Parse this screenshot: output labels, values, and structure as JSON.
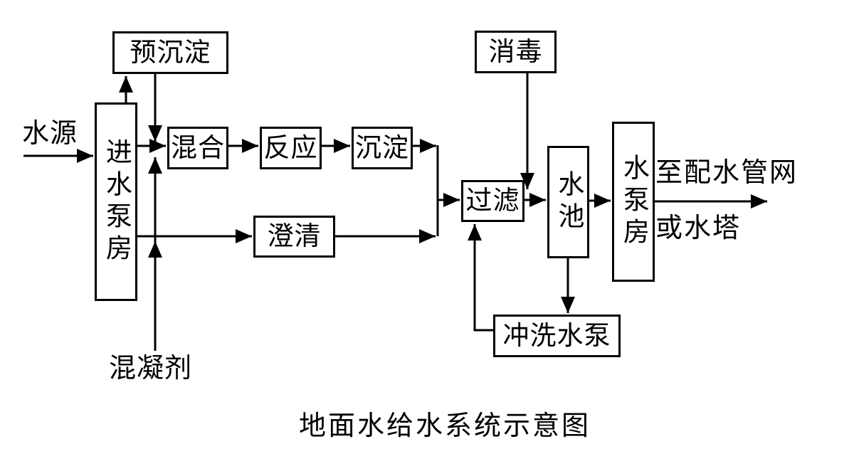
{
  "title": "地面水给水系统示意图",
  "nodes": {
    "pre_sedimentation": "预沉淀",
    "intake_pump_house": "进水泵房",
    "mixing": "混合",
    "reaction": "反应",
    "sedimentation": "沉淀",
    "clarification": "澄清",
    "disinfection": "消毒",
    "filtration": "过滤",
    "water_tank": "水池",
    "pump_house": "水泵房",
    "backwash_pump": "冲洗水泵"
  },
  "labels": {
    "water_source": "水源",
    "coagulant": "混凝剂",
    "outlet_line1": "至配水管网",
    "outlet_line2": "或水塔"
  },
  "colors": {
    "line": "#000000",
    "background": "#ffffff",
    "text": "#000000"
  }
}
